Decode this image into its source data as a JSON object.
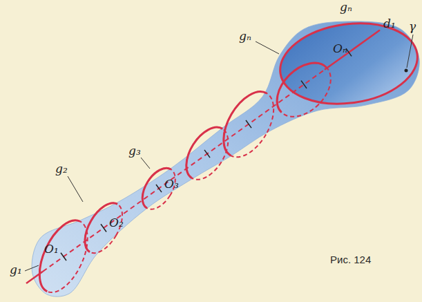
{
  "diagram": {
    "caption": "Рис. 124",
    "labels": [
      "gₙ",
      "gₙ",
      "d₁",
      "Oₙ",
      "γ",
      "g₃",
      "O₃",
      "g₂",
      "O₂",
      "g₁",
      "O₁"
    ]
  }
}
